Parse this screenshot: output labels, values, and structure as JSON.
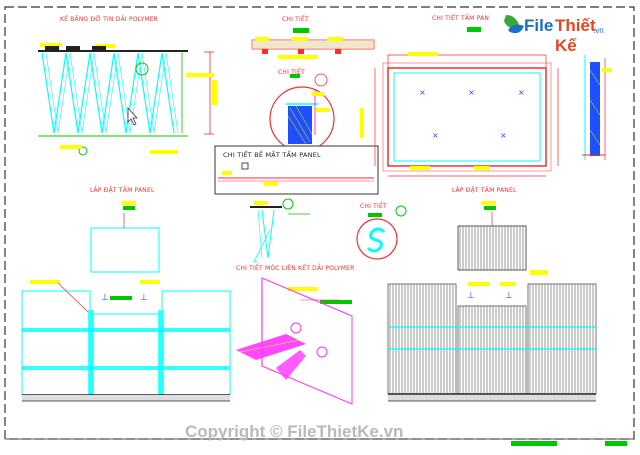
{
  "brand": {
    "file": "File",
    "rest": "Thiết Kế",
    "tld": ".vn"
  },
  "watermark": "Copyright © FileThietKe.vn",
  "labels": {
    "top_left": "KẾ BĂNG ĐỠ TIN DẢI POLYMER",
    "chi_tiet_top": "CHI TIẾT",
    "chi_tiet_mid": "CHI TIẾT",
    "chi_tiet_tam_panel": "CHI TIẾT TẤM PAN",
    "be_mat_panel": "CHI TIẾT BỀ MẶT TẤM PANEL",
    "lap_dat_left": "LẮP ĐẶT TẤM PANEL",
    "lap_dat_right": "LẮP ĐẶT TẤM PANEL",
    "chi_tiet_small": "CHI TIẾT",
    "moc_lien_ket": "CHI TIẾT MÓC LIÊN KẾT DẢI POLYMER"
  },
  "colors": {
    "cyan": "#00ffff",
    "red": "#ff2a2a",
    "magenta": "#ff33ff",
    "green": "#00c800",
    "yellow": "#ffff00",
    "blue": "#1e50ff",
    "gray": "#777777"
  }
}
